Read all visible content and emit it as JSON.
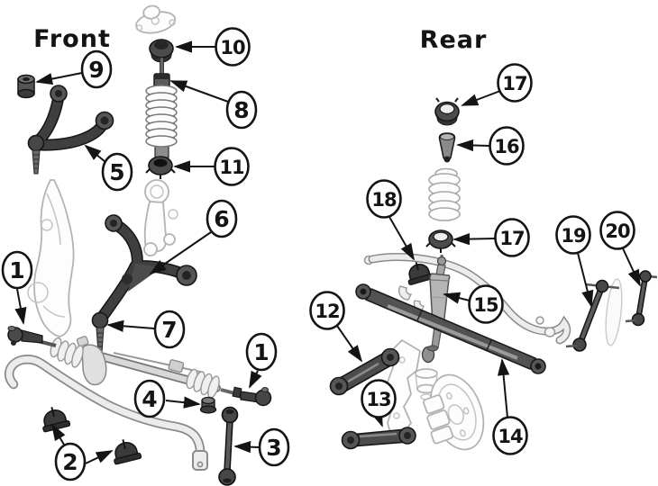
{
  "sections": {
    "front": {
      "label": "Front"
    },
    "rear": {
      "label": "Rear"
    }
  },
  "callouts": [
    {
      "label": "9"
    },
    {
      "label": "10"
    },
    {
      "label": "8"
    },
    {
      "label": "5"
    },
    {
      "label": "11"
    },
    {
      "label": "6"
    },
    {
      "label": "7"
    },
    {
      "label": "1"
    },
    {
      "label": "1"
    },
    {
      "label": "4"
    },
    {
      "label": "2"
    },
    {
      "label": "3"
    },
    {
      "label": "17"
    },
    {
      "label": "16"
    },
    {
      "label": "18"
    },
    {
      "label": "17"
    },
    {
      "label": "19"
    },
    {
      "label": "20"
    },
    {
      "label": "15"
    },
    {
      "label": "12"
    },
    {
      "label": "13"
    },
    {
      "label": "14"
    }
  ],
  "colors": {
    "background": "#ffffff",
    "callout_stroke": "#141414",
    "callout_fill": "#ffffff",
    "text": "#141414",
    "part_dark": "#4c4c4c",
    "part_mid_gray": "#b9b9b9",
    "part_light_outline": "#b3b3b3"
  }
}
